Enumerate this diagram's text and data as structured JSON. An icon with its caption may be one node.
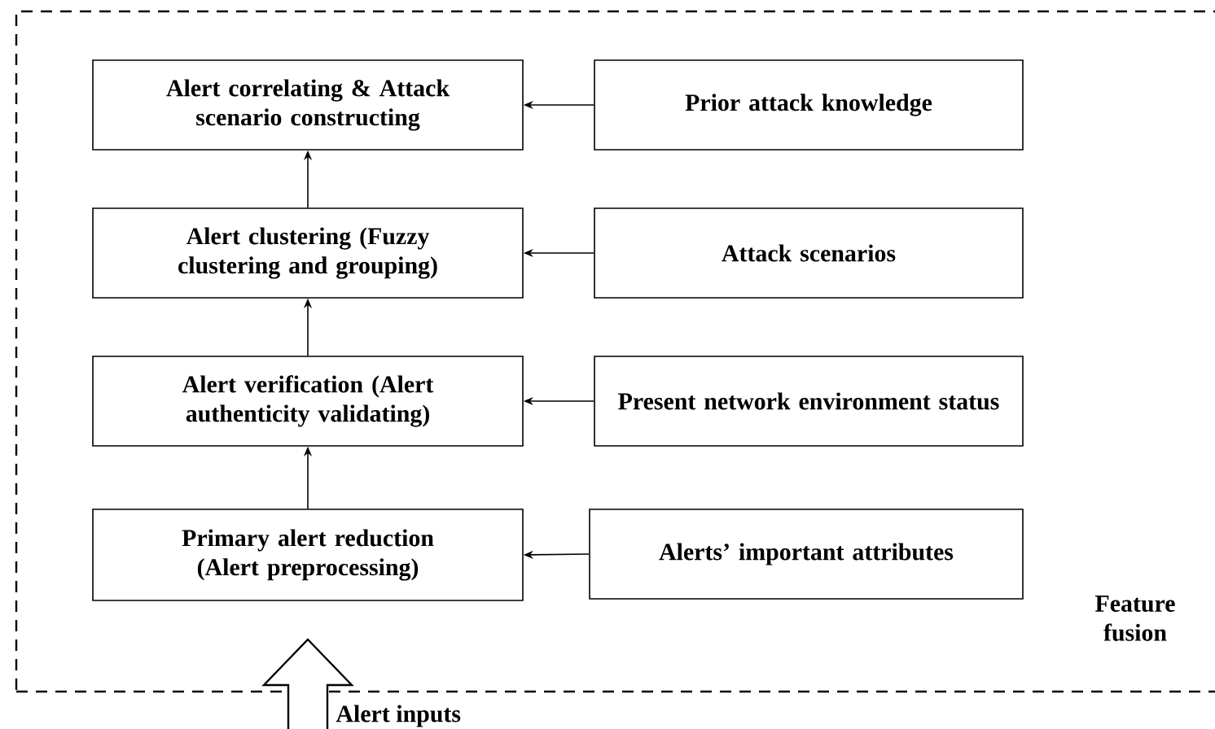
{
  "diagram": {
    "nodes": [
      {
        "text": [
          "Feature fusion"
        ]
      },
      {
        "text": [
          "Alert correlating & Attack scenario constructing"
        ],
        "in": 0
      },
      {
        "text": [
          "Prior attack knowledge"
        ],
        "in": 0
      },
      {
        "text": [
          "Alert clustering (Fuzzy clustering and grouping)"
        ],
        "in": 0
      },
      {
        "text": [
          "Attack scenarios"
        ],
        "in": 0
      },
      {
        "text": [
          "Alert verification (Alert authenticity validating)"
        ],
        "in": 0
      },
      {
        "text": [
          "Present network environment status"
        ],
        "in": 0
      },
      {
        "text": [
          "Primary alert reduction (Alert preprocessing)"
        ],
        "in": 0
      },
      {
        "text": [
          "Alerts’ important attributes"
        ],
        "in": 0
      }
    ],
    "edges": [
      {
        "from": 2,
        "to": 1,
        "arrow": "to"
      },
      {
        "from": 4,
        "to": 3,
        "arrow": "to"
      },
      {
        "from": 6,
        "to": 5,
        "arrow": "to"
      },
      {
        "from": 8,
        "to": 7,
        "arrow": "to"
      },
      {
        "from": 3,
        "to": 1,
        "arrow": "to"
      },
      {
        "from": 5,
        "to": 3,
        "arrow": "to"
      },
      {
        "from": 7,
        "to": 5,
        "arrow": "to"
      },
      {
        "from": null,
        "to": 7,
        "arrow": "to",
        "label": "Alert inputs",
        "style": "thick"
      }
    ]
  }
}
